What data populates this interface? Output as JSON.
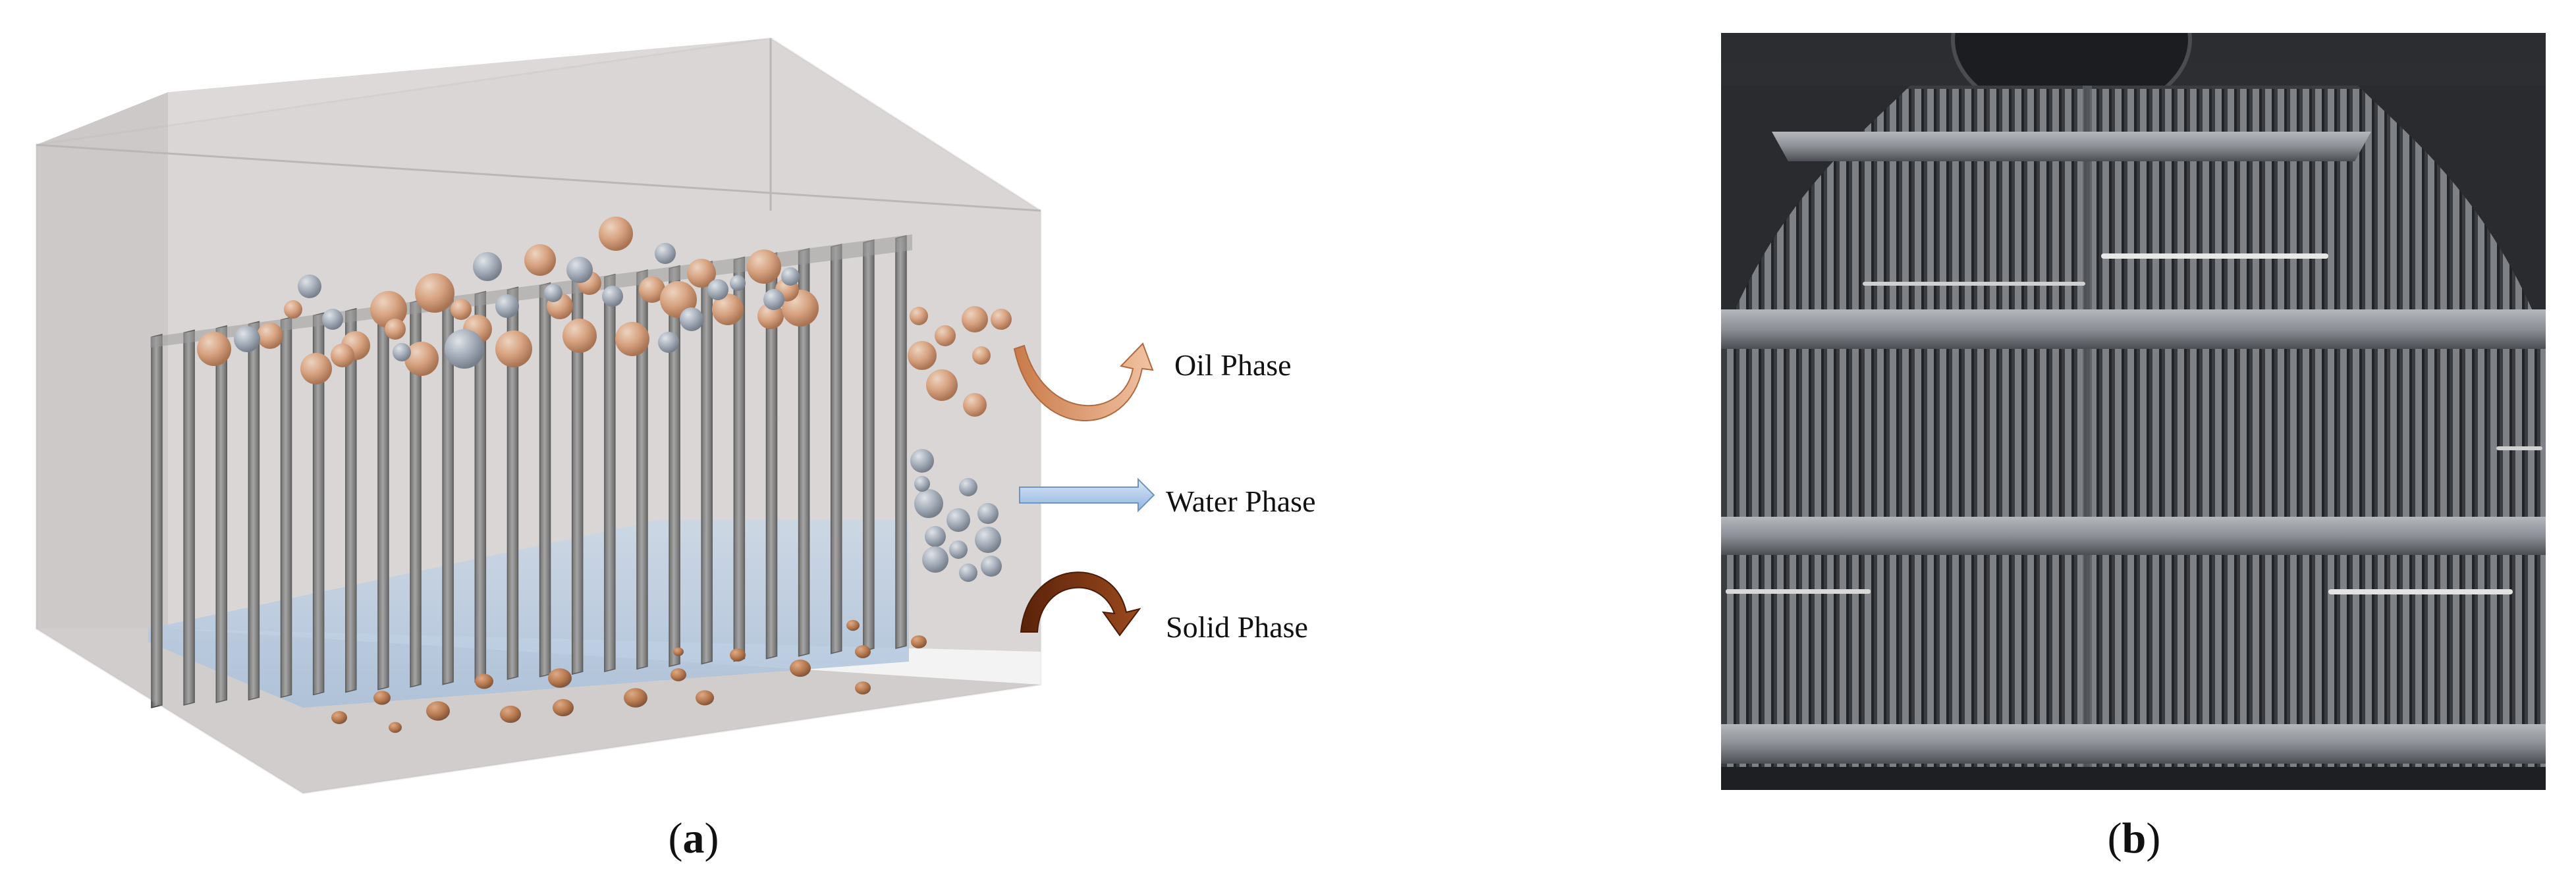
{
  "figure": {
    "panel_a": {
      "caption_letter": "a",
      "labels": {
        "oil": "Oil Phase",
        "water": "Water Phase",
        "solid": "Solid Phase"
      }
    },
    "panel_b": {
      "caption_letter": "b"
    }
  },
  "colors": {
    "oil_droplet": "#d9956a",
    "gas_bubble": "#9aa6b6",
    "solid_particle": "#b0622c",
    "water": "#a9c4e2",
    "plate": "#6f6f6f",
    "tank_glass": "#cfcccb",
    "water_arrow": "#a8c7ea",
    "solid_arrow": "#7a3512",
    "oil_arrow": "#e3a57c"
  },
  "icons": {
    "oil_arrow": "curved-arrow-up-right-icon",
    "water_arrow": "right-arrow-icon",
    "solid_arrow": "curved-arrow-down-right-icon"
  }
}
